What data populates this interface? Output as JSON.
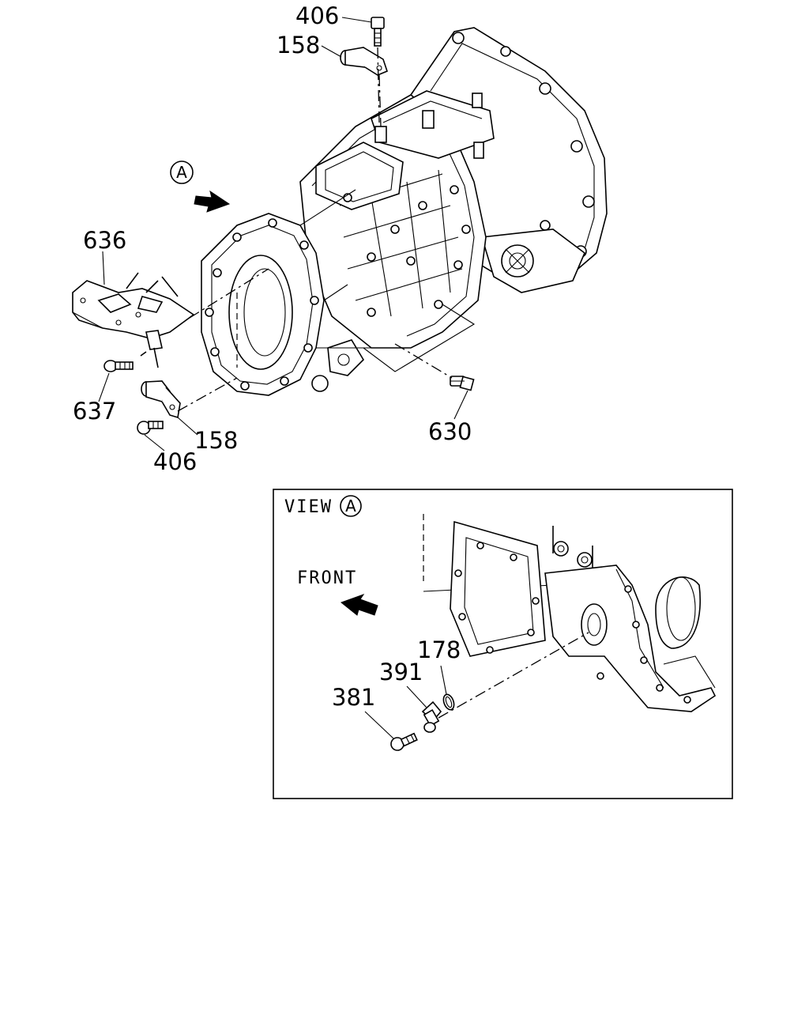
{
  "callouts": {
    "c406_top": "406",
    "c158_top": "158",
    "c636": "636",
    "c637": "637",
    "c158_bottom": "158",
    "c406_bottom": "406",
    "c630": "630",
    "c178": "178",
    "c391": "391",
    "c381": "381"
  },
  "view_marker": "A",
  "view_panel": {
    "title": "VIEW",
    "marker": "A",
    "front_label": "FRONT"
  },
  "icons": [
    "arrow-icon",
    "front-arrow-icon"
  ]
}
